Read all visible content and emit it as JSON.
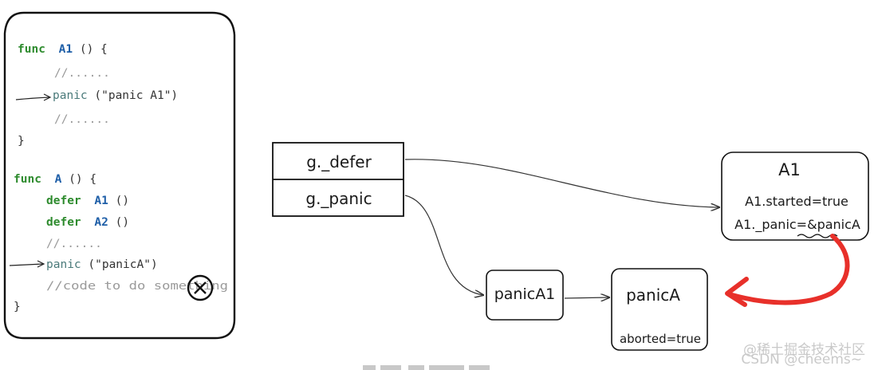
{
  "code": {
    "l1_kw": "func",
    "l1_fn": "A1",
    "l1_rest": "() {",
    "l2": "//......",
    "l3_call": "panic",
    "l3_args": "(\"panic A1\")",
    "l4": "//......",
    "l5": "}",
    "l6_kw": "func",
    "l6_fn": "A",
    "l6_rest": "() {",
    "l7_kw": "defer",
    "l7_fn": "A1",
    "l7_rest": "()",
    "l8_kw": "defer",
    "l8_fn": "A2",
    "l8_rest": "()",
    "l9": "//......",
    "l10_call": "panic",
    "l10_args": "(\"panicA\")",
    "l11": "//code to do something",
    "l12": "}"
  },
  "g_box": {
    "defer_label": "g._defer",
    "panic_label": "g._panic"
  },
  "a1_box": {
    "title": "A1",
    "line1": "A1.started=true",
    "line2": "A1._panic=&panicA"
  },
  "panic_a1_box": {
    "label": "panicA1"
  },
  "panic_a_box": {
    "title": "panicA",
    "line1": "aborted=true"
  },
  "watermark": {
    "line1": "@稀土掘金技术社区",
    "line2": "CSDN @cheems~"
  },
  "colors": {
    "keyword": "#2e8b2e",
    "function": "#1f5fa8",
    "comment": "#9a9a9a",
    "red_arrow": "#e8302a"
  }
}
